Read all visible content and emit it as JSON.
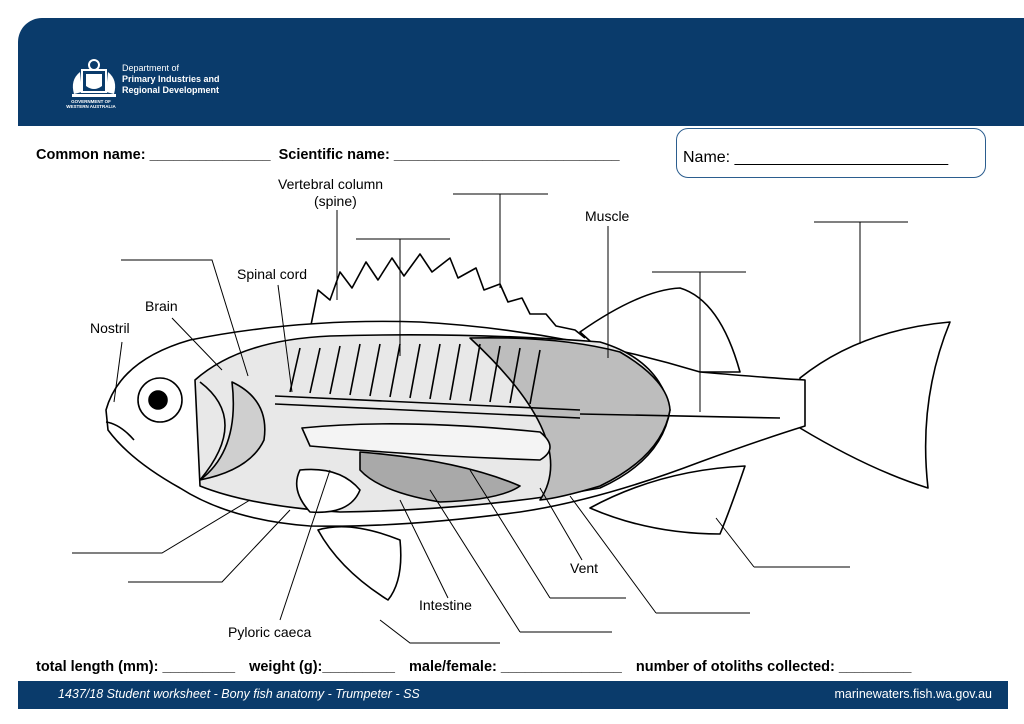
{
  "header": {
    "dept_line1": "Department of",
    "dept_line2": "Primary Industries and",
    "dept_line3": "Regional Development",
    "gov_line1": "GOVERNMENT OF",
    "gov_line2": "WESTERN AUSTRALIA",
    "bg_color": "#0a3b6b"
  },
  "form": {
    "common_name": "Common name: _______________",
    "scientific_name": "Scientific name: ____________________________",
    "name": "Name: ________________________"
  },
  "labels": {
    "vertebral_1": "Vertebral column",
    "vertebral_2": "(spine)",
    "muscle": "Muscle",
    "spinal_cord": "Spinal cord",
    "brain": "Brain",
    "nostril": "Nostril",
    "vent": "Vent",
    "intestine": "Intestine",
    "pyloric": "Pyloric caeca"
  },
  "bottom": {
    "length": "total length (mm): _________",
    "weight": "weight (g):_________",
    "sex": "male/female: _______________",
    "otoliths": "number of otoliths collected: _________"
  },
  "footer": {
    "left": "1437/18 Student worksheet - Bony fish anatomy - Trumpeter - SS",
    "right": "marinewaters.fish.wa.gov.au"
  }
}
